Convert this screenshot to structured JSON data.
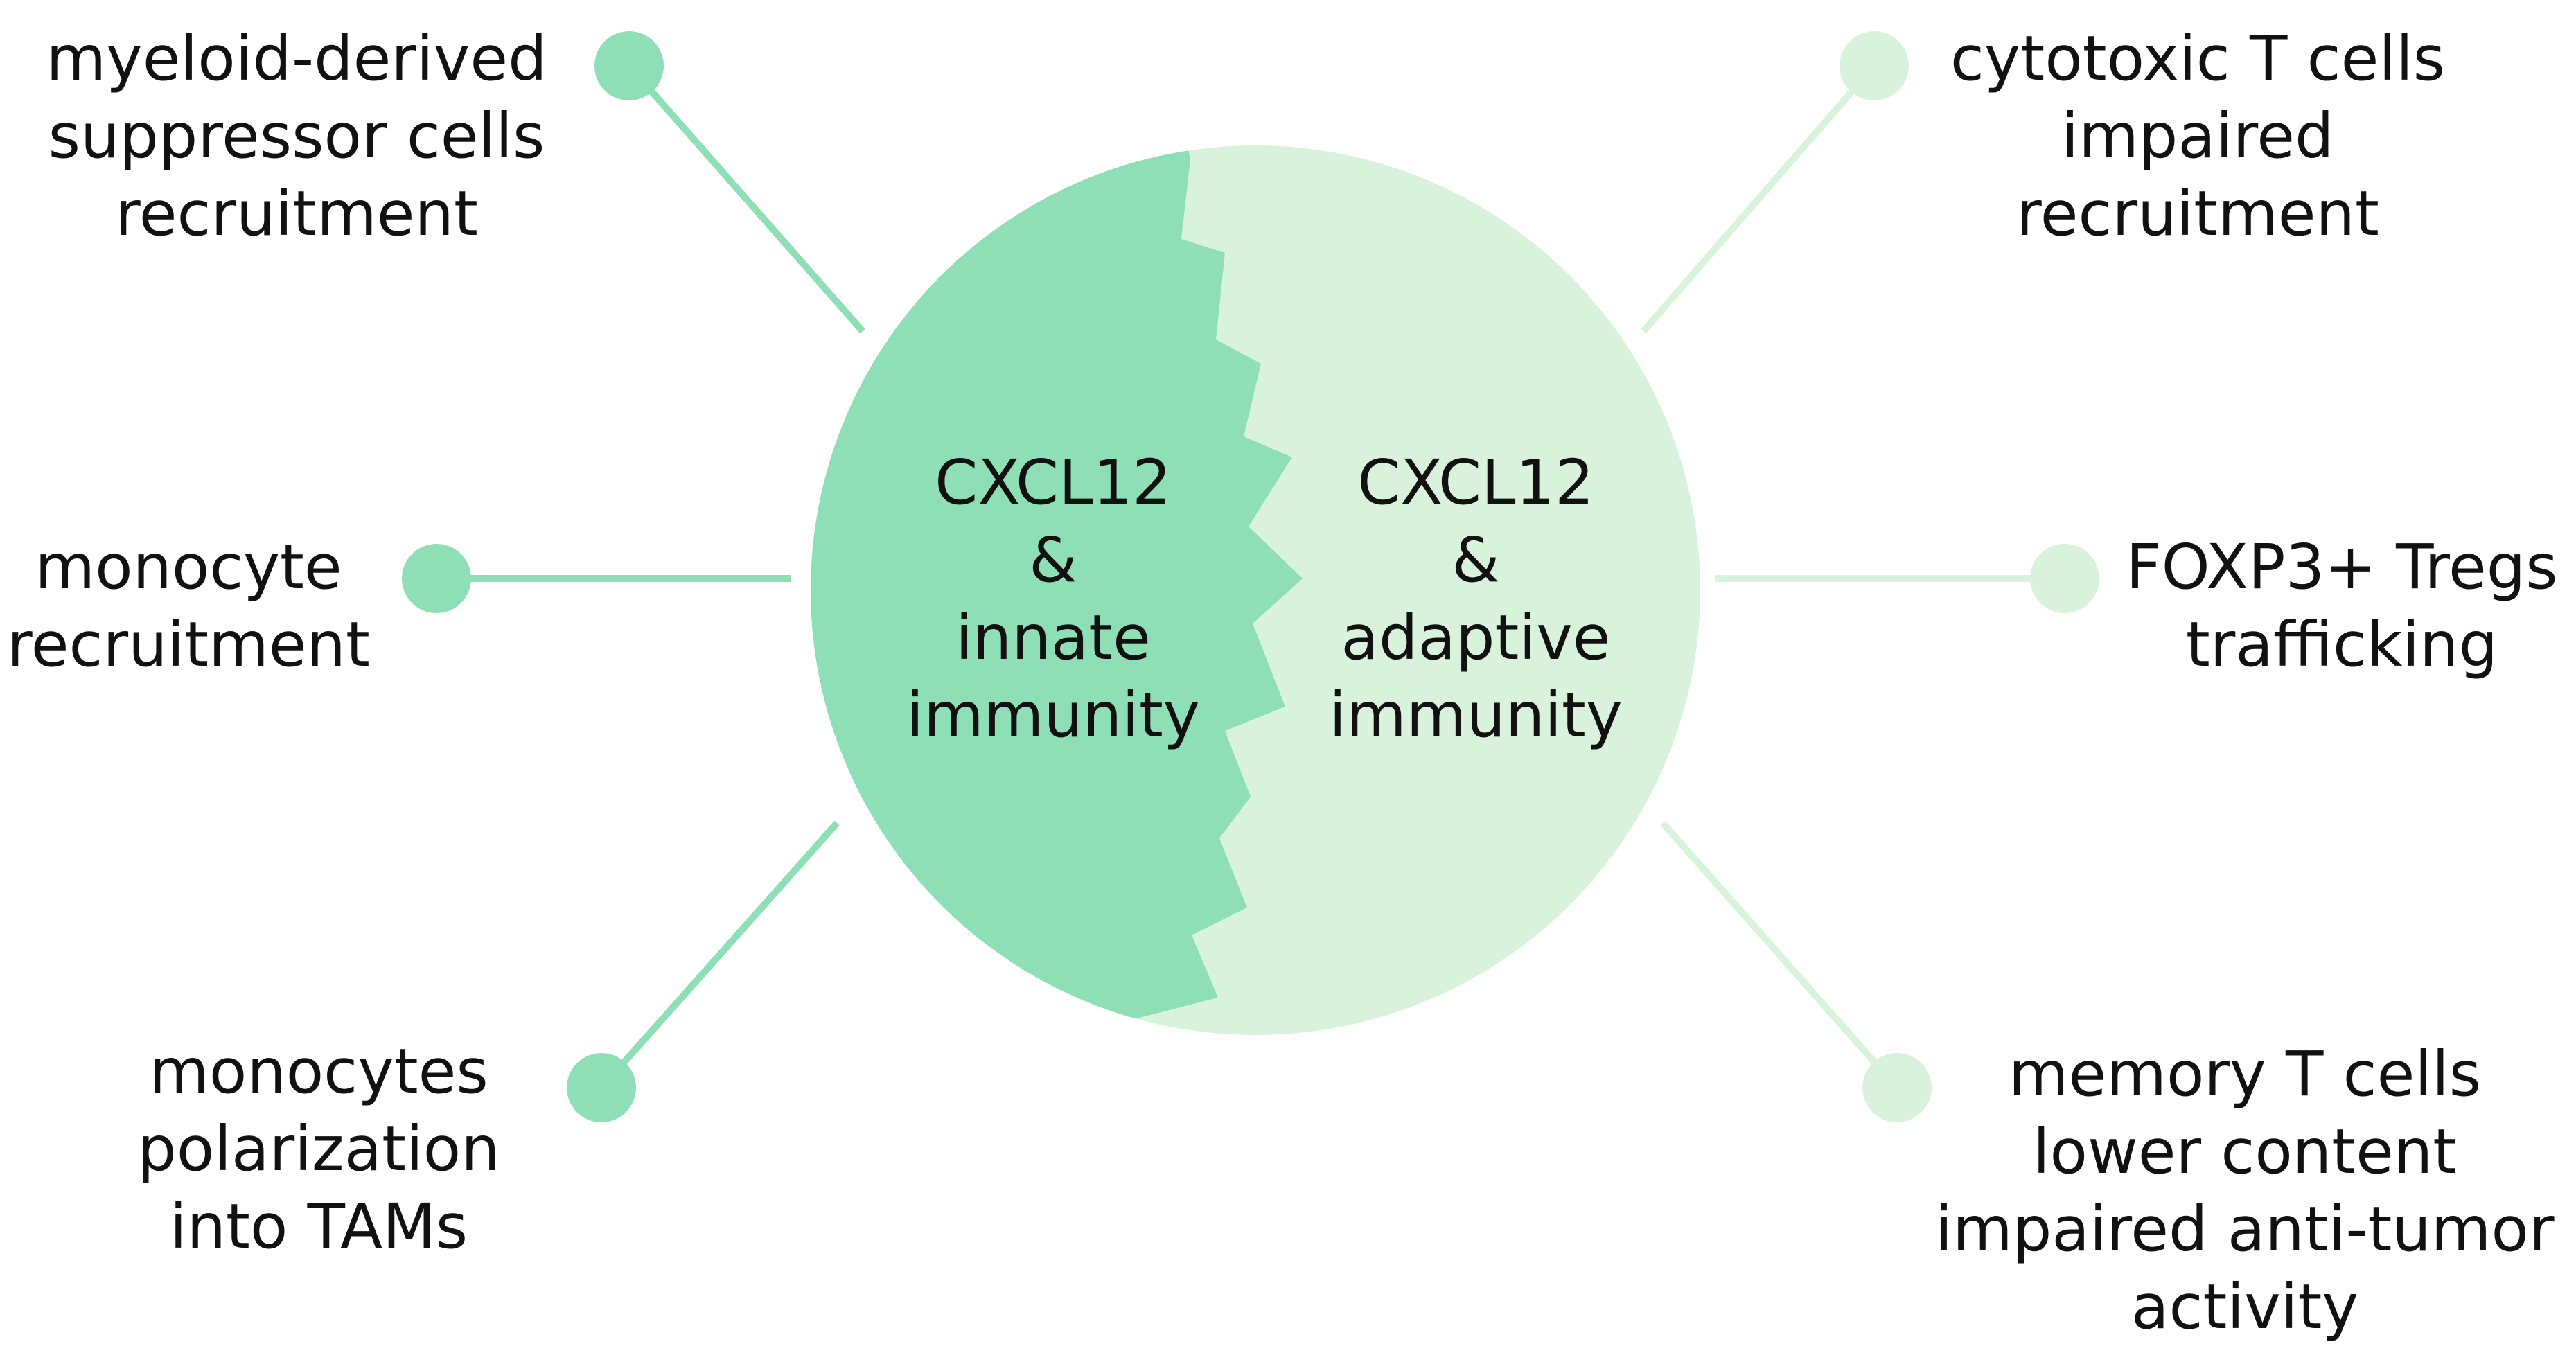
{
  "colors": {
    "innate": "#8edeb6",
    "adaptive": "#d9f2dc",
    "innate_line": "#8edeb6",
    "adaptive_line": "#d9f2dc",
    "text": "#111111"
  },
  "center": {
    "left": {
      "line1": "CXCL12",
      "line2": "&",
      "line3": "innate",
      "line4": "immunity"
    },
    "right": {
      "line1": "CXCL12",
      "line2": "&",
      "line3": "adaptive",
      "line4": "immunity"
    }
  },
  "innate_nodes": {
    "top": {
      "line1": "myeloid-derived",
      "line2": "suppressor cells",
      "line3": "recruitment",
      "icon": "circle-node"
    },
    "middle": {
      "line1": "monocyte",
      "line2": "recruitment",
      "icon": "circle-node"
    },
    "bottom": {
      "line1": "monocytes",
      "line2": "polarization",
      "line3": "into TAMs",
      "icon": "circle-node"
    }
  },
  "adaptive_nodes": {
    "top": {
      "line1": "cytotoxic T cells",
      "line2": "impaired",
      "line3": "recruitment",
      "icon": "circle-node"
    },
    "middle": {
      "line1": "FOXP3+ Tregs",
      "line2": "trafficking",
      "icon": "circle-node"
    },
    "bottom": {
      "line1": "memory T cells",
      "line2": "lower content",
      "line3": "impaired anti-tumor",
      "line4": "activity",
      "icon": "circle-node"
    }
  }
}
